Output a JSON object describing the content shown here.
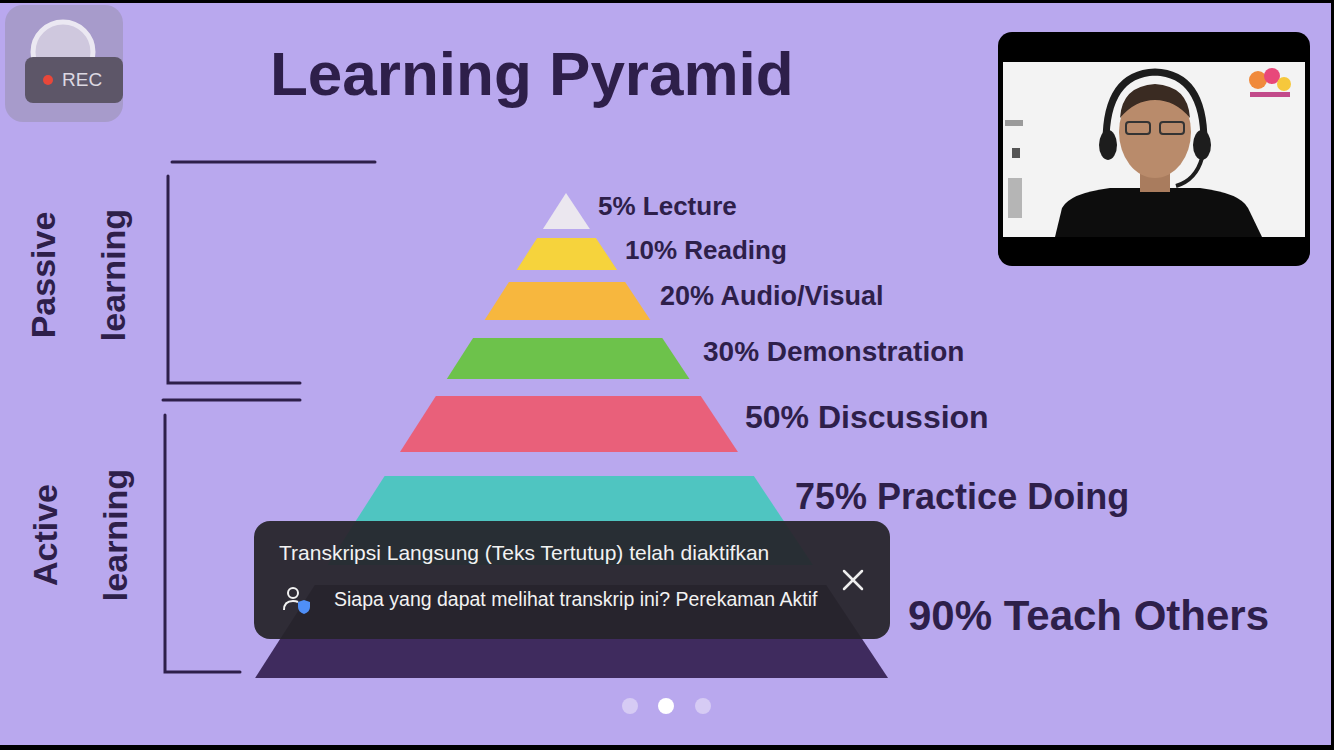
{
  "diagram": {
    "title": "Learning Pyramid",
    "nodes": [
      {
        "text": [
          "5% Lecture"
        ]
      },
      {
        "text": [
          "10% Reading"
        ]
      },
      {
        "text": [
          "20% Audio/Visual"
        ]
      },
      {
        "text": [
          "30% Demonstration"
        ]
      },
      {
        "text": [
          "50% Discussion"
        ]
      },
      {
        "text": [
          "75% Practice Doing"
        ]
      },
      {
        "text": [
          "90% Teach Others"
        ]
      },
      {
        "text": [
          "Transkripsi Langsung (Teks Tertutup) telah diaktifkan",
          "Siapa yang dapat melihat transkrip ini? Perekaman Aktif"
        ]
      }
    ],
    "labels": [
      "REC",
      "Passive learning",
      "Active learning"
    ]
  }
}
